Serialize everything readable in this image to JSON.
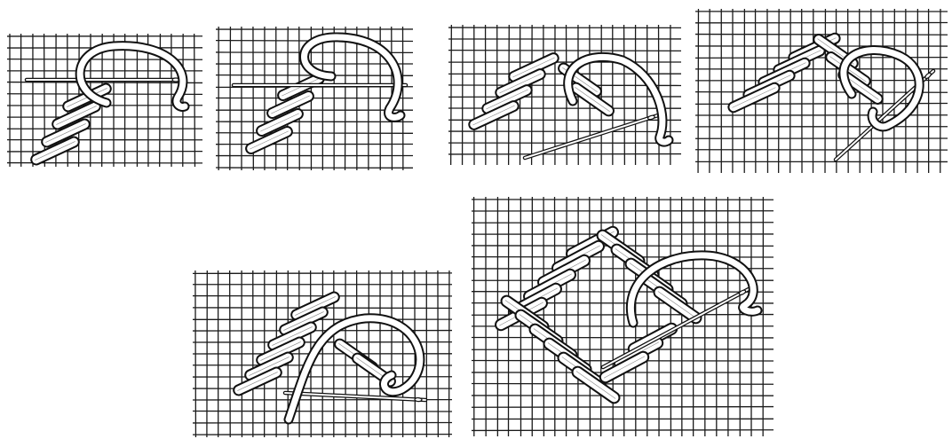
{
  "figure": {
    "panels": [
      {
        "id": "step-1",
        "stitches_done": 4,
        "needle": "horizontal",
        "thread": "loop-over"
      },
      {
        "id": "step-2",
        "stitches_done": 4,
        "needle": "horizontal",
        "thread": "loop-over"
      },
      {
        "id": "step-3",
        "stitches_done": 4,
        "needle": "diagonal",
        "thread": "loop-over"
      },
      {
        "id": "step-4",
        "stitches_done": 5,
        "needle": "diagonal",
        "thread": "loop-over"
      },
      {
        "id": "step-5",
        "stitches_done": 6,
        "needle": "horizontal",
        "thread": "loop-over"
      },
      {
        "id": "step-6",
        "stitches_done": 20,
        "needle": "diagonal",
        "thread": "loop-over"
      }
    ],
    "colors": {
      "grid": "#1a1a1a",
      "thread_fill": "#ffffff",
      "outline": "#111111"
    }
  }
}
